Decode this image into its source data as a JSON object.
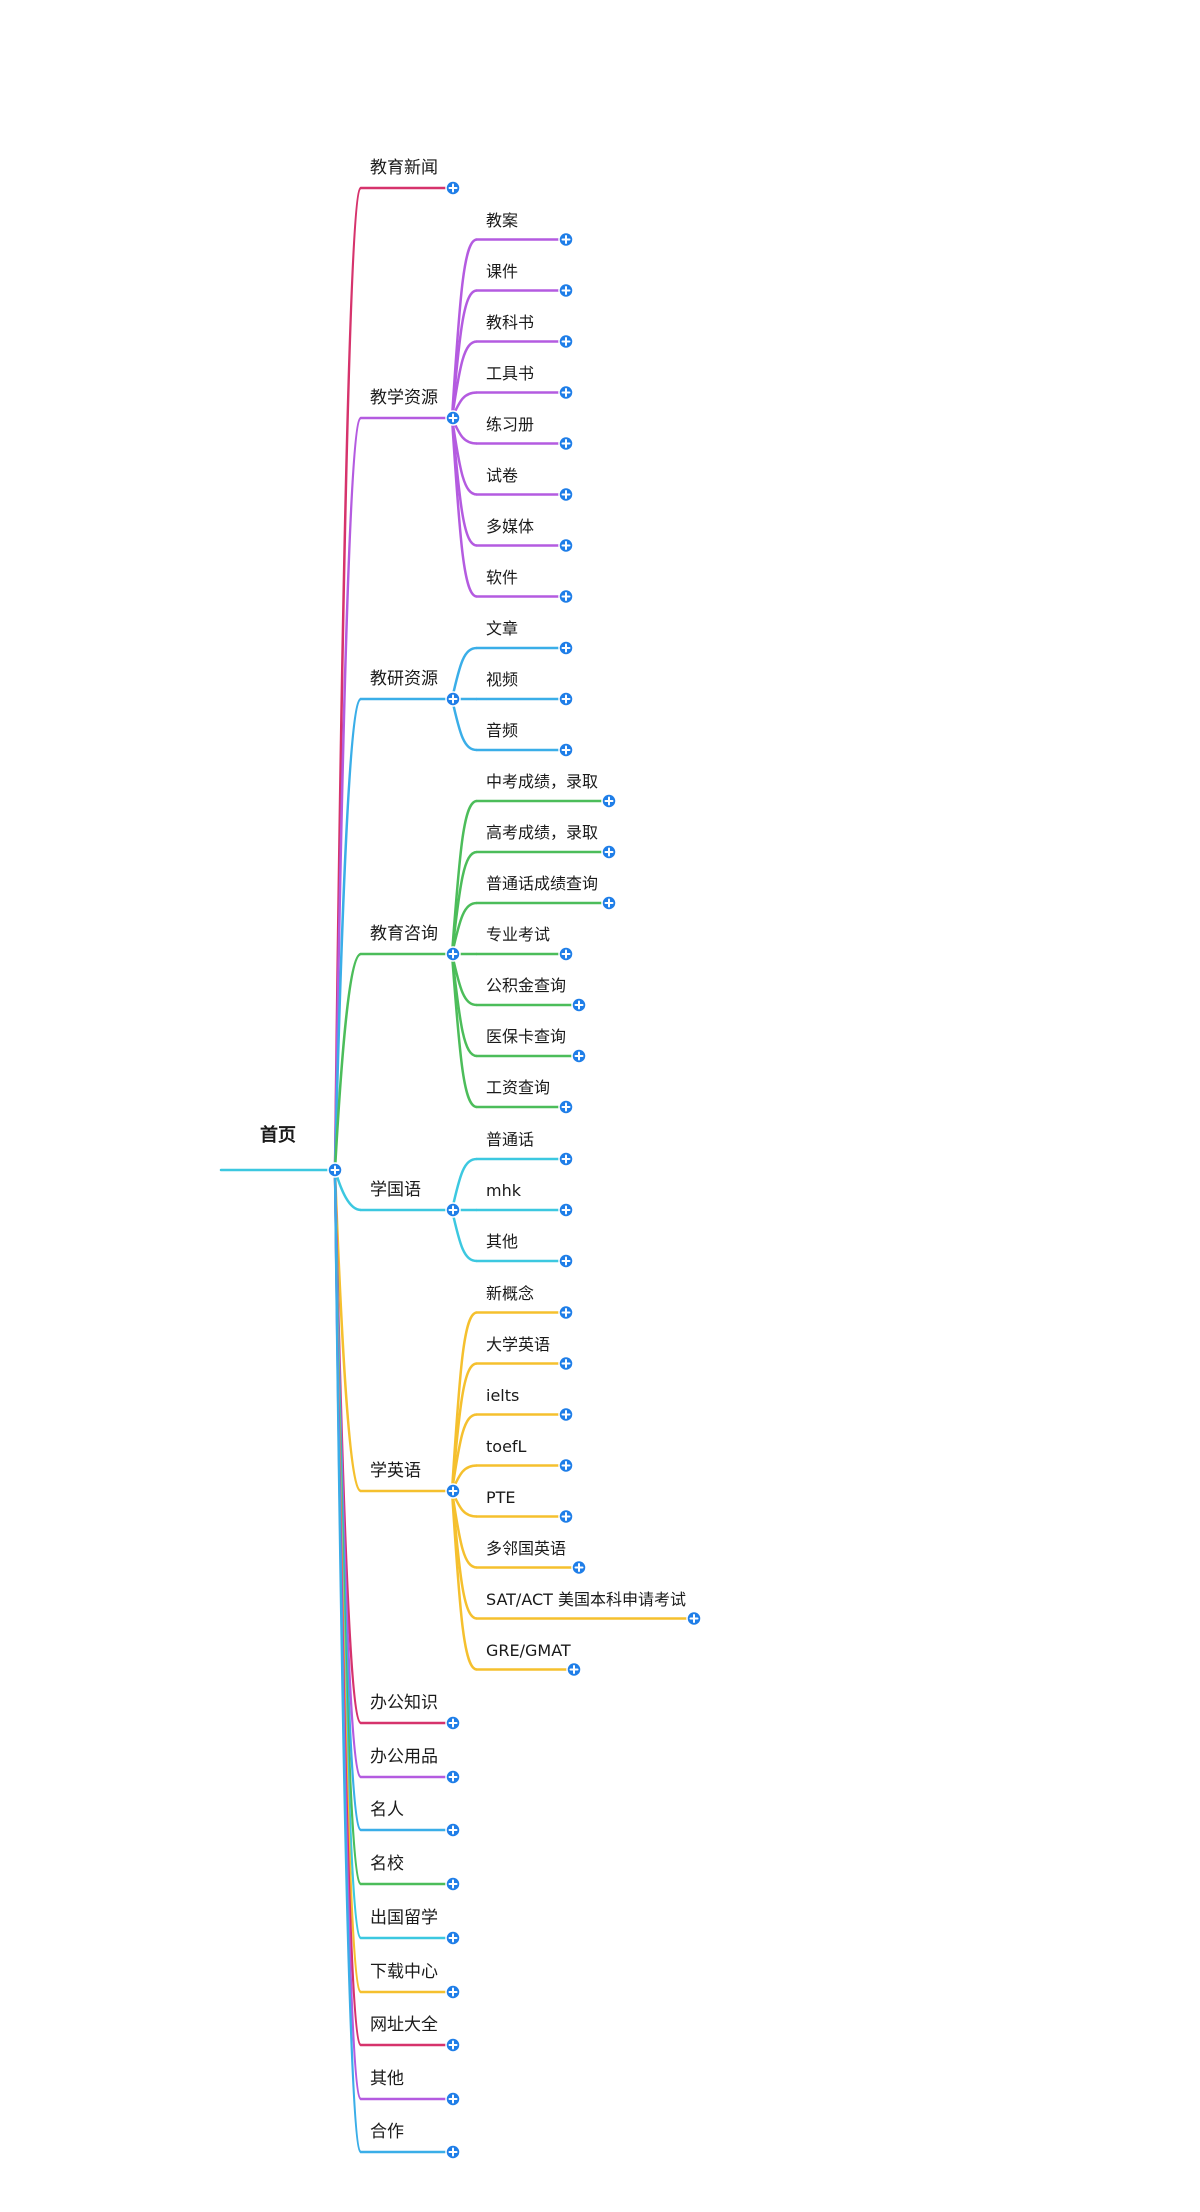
{
  "root": {
    "label": "首页",
    "color": "#3cc8e0"
  },
  "node_button_color": "#1f7ee8",
  "branches": [
    {
      "label": "教育新闻",
      "color": "#d6336c",
      "children": []
    },
    {
      "label": "教学资源",
      "color": "#b45be0",
      "children": [
        "教案",
        "课件",
        "教科书",
        "工具书",
        "练习册",
        "试卷",
        "多媒体",
        "软件"
      ]
    },
    {
      "label": "教研资源",
      "color": "#3aaee8",
      "children": [
        "文章",
        "视频",
        "音频"
      ]
    },
    {
      "label": "教育咨询",
      "color": "#4cbd5a",
      "children": [
        "中考成绩，录取",
        "高考成绩，录取",
        "普通话成绩查询",
        "专业考试",
        "公积金查询",
        "医保卡查询",
        "工资查询"
      ]
    },
    {
      "label": "学国语",
      "color": "#3cc8e0",
      "children": [
        "普通话",
        "mhk",
        "其他"
      ]
    },
    {
      "label": "学英语",
      "color": "#f5c02e",
      "children": [
        "新概念",
        "大学英语",
        "ielts",
        "toefL",
        "PTE",
        "多邻国英语",
        "SAT/ACT 美国本科申请考试",
        "GRE/GMAT"
      ]
    },
    {
      "label": "办公知识",
      "color": "#d6336c",
      "children": []
    },
    {
      "label": "办公用品",
      "color": "#b45be0",
      "children": []
    },
    {
      "label": "名人",
      "color": "#3aaee8",
      "children": []
    },
    {
      "label": "名校",
      "color": "#4cbd5a",
      "children": []
    },
    {
      "label": "出国留学",
      "color": "#3cc8e0",
      "children": []
    },
    {
      "label": "下载中心",
      "color": "#f5c02e",
      "children": []
    },
    {
      "label": "网址大全",
      "color": "#d6336c",
      "children": []
    },
    {
      "label": "其他",
      "color": "#b45be0",
      "children": []
    },
    {
      "label": "合作",
      "color": "#3aaee8",
      "children": []
    }
  ]
}
